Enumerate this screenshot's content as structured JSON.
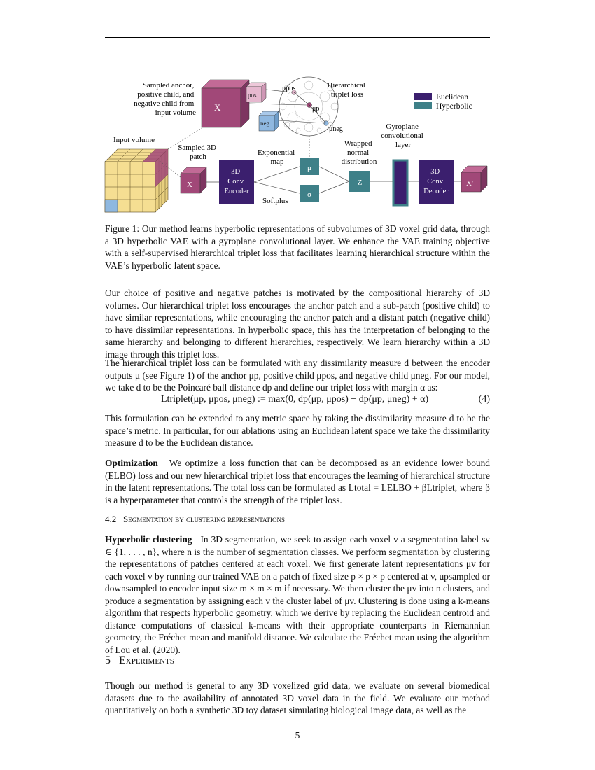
{
  "figure": {
    "labels": {
      "sampled": [
        "Sampled anchor,",
        "positive child, and",
        "negative child from",
        "input volume"
      ],
      "hier": [
        "Hierarchical",
        "triplet loss"
      ],
      "input_volume": "Input volume",
      "sampled3d": [
        "Sampled 3D",
        "patch"
      ],
      "exp_map": [
        "Exponential",
        "map"
      ],
      "wrapped": [
        "Wrapped",
        "normal",
        "distribution"
      ],
      "gyro": [
        "Gyroplane",
        "convolutional",
        "layer"
      ],
      "softplus": "Softplus",
      "encoder": [
        "3D",
        "Conv",
        "Encoder"
      ],
      "decoder": [
        "3D",
        "Conv",
        "Decoder"
      ],
      "x": "X",
      "x_prime": "X'",
      "z": "Z",
      "mu": "μ",
      "sigma": "σ",
      "pos": "pos",
      "neg": "neg",
      "mu_pos": "μpos",
      "mu_p": "μp",
      "mu_neg": "μneg"
    },
    "legend": [
      {
        "label": "Euclidean",
        "color": "#3b1f6e"
      },
      {
        "label": "Hyperbolic",
        "color": "#3e8088"
      }
    ],
    "colors": {
      "magenta": "#a14878",
      "purple": "#3b1f6e",
      "teal": "#3e8088",
      "yellow": "#f5de92",
      "light_pink": "#e6b8cf",
      "light_blue": "#8fb8e0"
    }
  },
  "caption": "Figure 1: Our method learns hyperbolic representations of subvolumes of 3D voxel grid data, through a 3D hyperbolic VAE with a gyroplane convolutional layer. We enhance the VAE training objective with a self-supervised hierarchical triplet loss that facilitates learning hierarchical structure within the VAE’s hyperbolic latent space.",
  "para1": "Our choice of positive and negative patches is motivated by the compositional hierarchy of 3D volumes. Our hierarchical triplet loss encourages the anchor patch and a sub-patch (positive child) to have similar representations, while encouraging the anchor patch and a distant patch (negative child) to have dissimilar representations. In hyperbolic space, this has the interpretation of belonging to the same hierarchy and belonging to different hierarchies, respectively. We learn hierarchy within a 3D image through this triplet loss.",
  "para2": "The hierarchical triplet loss can be formulated with any dissimilarity measure d between the encoder outputs μ (see Figure 1) of the anchor μp, positive child μpos, and negative child μneg. For our model, we take d to be the Poincaré ball distance dp and define our triplet loss with margin α as:",
  "equation": "Ltriplet(μp, μpos, μneg) := max(0, dp(μp, μpos) − dp(μp, μneg) + α)",
  "equation_number": "(4)",
  "para3": "This formulation can be extended to any metric space by taking the dissimilarity measure d to be the space’s metric. In particular, for our ablations using an Euclidean latent space we take the dissimilarity measure d to be the Euclidean distance.",
  "opt_head": "Optimization",
  "opt_body": "We optimize a loss function that can be decomposed as an evidence lower bound (ELBO) loss and our new hierarchical triplet loss that encourages the learning of hierarchical structure in the latent representations. The total loss can be formulated as Ltotal = LELBO + βLtriplet, where β is a hyperparameter that controls the strength of the triplet loss.",
  "subsection_num": "4.2",
  "subsection_title": "Segmentation by clustering representations",
  "hc_head": "Hyperbolic clustering",
  "hc_body": "In 3D segmentation, we seek to assign each voxel v a segmentation label sv ∈ {1, . . . , n}, where n is the number of segmentation classes. We perform segmentation by clustering the representations of patches centered at each voxel. We first generate latent representations μv for each voxel v by running our trained VAE on a patch of fixed size p × p × p centered at v, upsampled or downsampled to encoder input size m × m × m if necessary. We then cluster the μv into n clusters, and produce a segmentation by assigning each v the cluster label of μv. Clustering is done using a k-means algorithm that respects hyperbolic geometry, which we derive by replacing the Euclidean centroid and distance computations of classical k-means with their appropriate counterparts in Riemannian geometry, the Fréchet mean and manifold distance. We calculate the Fréchet mean using the algorithm of Lou et al. (2020).",
  "section_num": "5",
  "section_title": "Experiments",
  "para4": "Though our method is general to any 3D voxelized grid data, we evaluate on several biomedical datasets due to the availability of annotated 3D voxel data in the field. We evaluate our method quantitatively on both a synthetic 3D toy dataset simulating biological image data, as well as the",
  "page_number": "5"
}
